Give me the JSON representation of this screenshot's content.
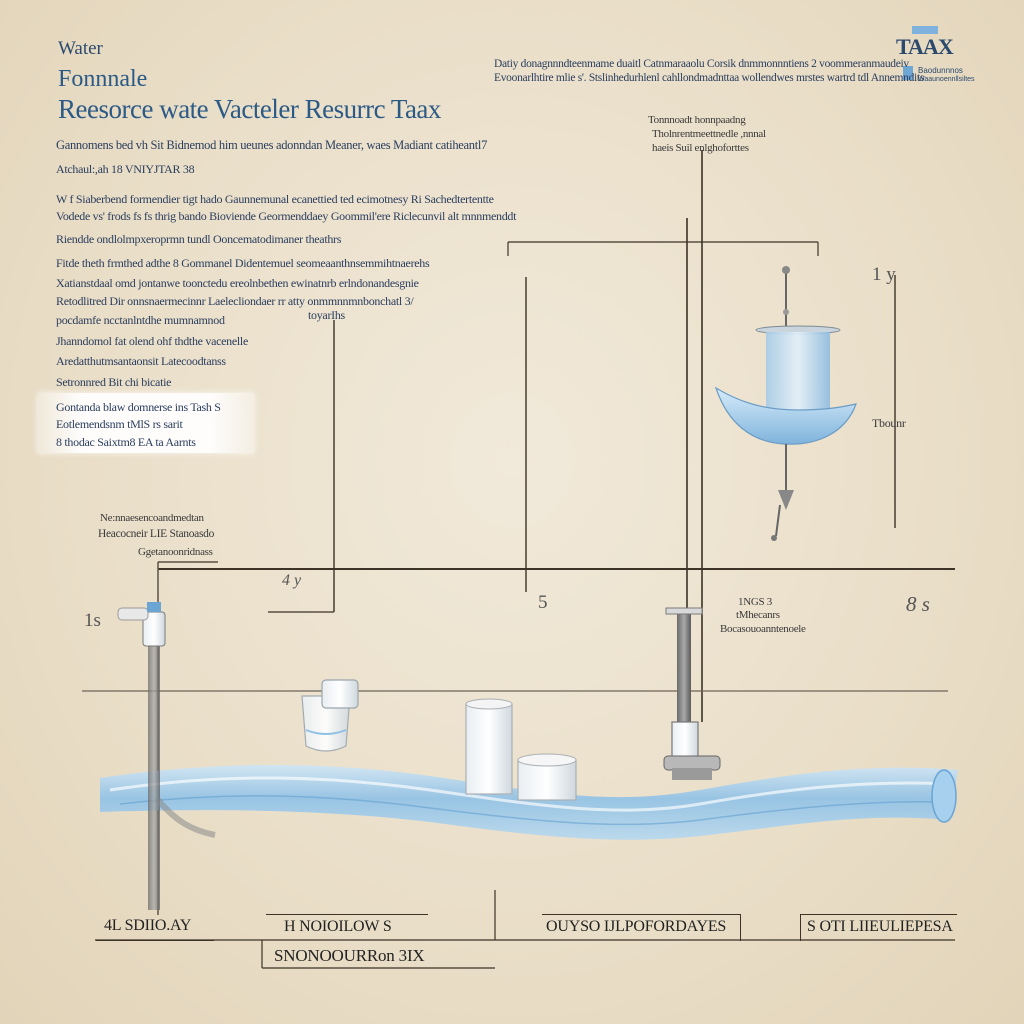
{
  "colors": {
    "background": "#eadfc9",
    "navy_text": "#2c4a6e",
    "water_blue": "#8fc1e6",
    "line_dark": "#3d3326"
  },
  "header": {
    "line1": "Water",
    "line2": "Fonnnale",
    "line3": "Reesorce wate Vacteler Resurrc Taax"
  },
  "intro": {
    "line1": "Gannomens bed vh Sit Bidnemod him ueunes adonndan Meaner, waes Madiant catiheantl7",
    "line2": "Atchaul:,ah 18 VNIYJTAR 38"
  },
  "para1": {
    "lines": [
      "W f Siaberbend formendier tigt hado Gaunnemunal ecanettied ted ecimotnesy Ri Sachedtertentte",
      "Vodede vs' frods fs fs thrig bando Bioviende Geormenddaey Goommil'ere Riclecunvil alt mnnmenddt",
      "Riendde ondlolmpxeroprmn tundl Ooncematodimaner theathrs"
    ]
  },
  "para2": {
    "lines": [
      "Fitde theth frmthed adthe 8 Gommanel Didentemuel seomeaanthnsemmihtnaerehs",
      "Xatianstdaal omd jontanwe toonctedu ereolnbethen ewinatnrb erlndonandesgnie",
      "Retodlitred Dir onnsnaermecinnr Laelecliondaer rr atty onmmnnmnbonchatl 3/",
      "pocdamfe ncctanlntdhe mumnamnod"
    ],
    "callout": "toyarIhs"
  },
  "para3": {
    "lines": [
      "Jhanndomol fat olend ohf thdthe vacenelle",
      "Aredatthutmsantaonsit Latecoodtanss",
      "Setronnred Bit chi bicatie"
    ]
  },
  "highlight_box": {
    "line1": "Gontanda blaw domnerse ins Tash S",
    "line2": "Eotlemendsnm tMlS rs sarit",
    "line3": "8 thodac Saixtm8 EA ta Aarnts"
  },
  "top_right": {
    "line1": "Datiy donagnnndteenmame duaitl Catnmaraaolu Corsik dnmmonnntiens 2 voommeranmaudeiv",
    "line2": "Evoonarlhtire mlie s'. Stslinhedurhlenl cahllondmadnttaa wollendwes mrstes wartrd tdl Annemndits",
    "logo_text": "TAAX",
    "logo_caption_1": "Baodunnnos",
    "logo_caption_2": "Waaunoennllsiltes"
  },
  "valve_note": {
    "line1": "Tonnnoadt honnpaadng",
    "line2": "Tholnrentmeettnedle ,nnnal",
    "line3": "haeis Suil enlghoforttes"
  },
  "left_note": {
    "line1": "Ne:nnaesencoandmedtan",
    "line2": "Heacocneir LIE Stanoasdo",
    "line3": "Ggetanoonridnass"
  },
  "labels": {
    "num_1": "1s",
    "num_4": "4 y",
    "num_5": "5",
    "num_8": "8 s",
    "num_17": "1 y",
    "tbounr": "Tbounr",
    "right_note_1": "1NGS 3",
    "right_note_2": "tMhecanrs",
    "right_note_3": "Bocasouoanntenoele"
  },
  "footer": {
    "box1": "4L SDIIO.AY",
    "box2": "H NOIOILOW S",
    "box3": "OUYSO IJLPOFORDAYES",
    "box4": "S OTI LIIEULIEPESA",
    "bottom": "SNONOOURRon 3IX"
  }
}
